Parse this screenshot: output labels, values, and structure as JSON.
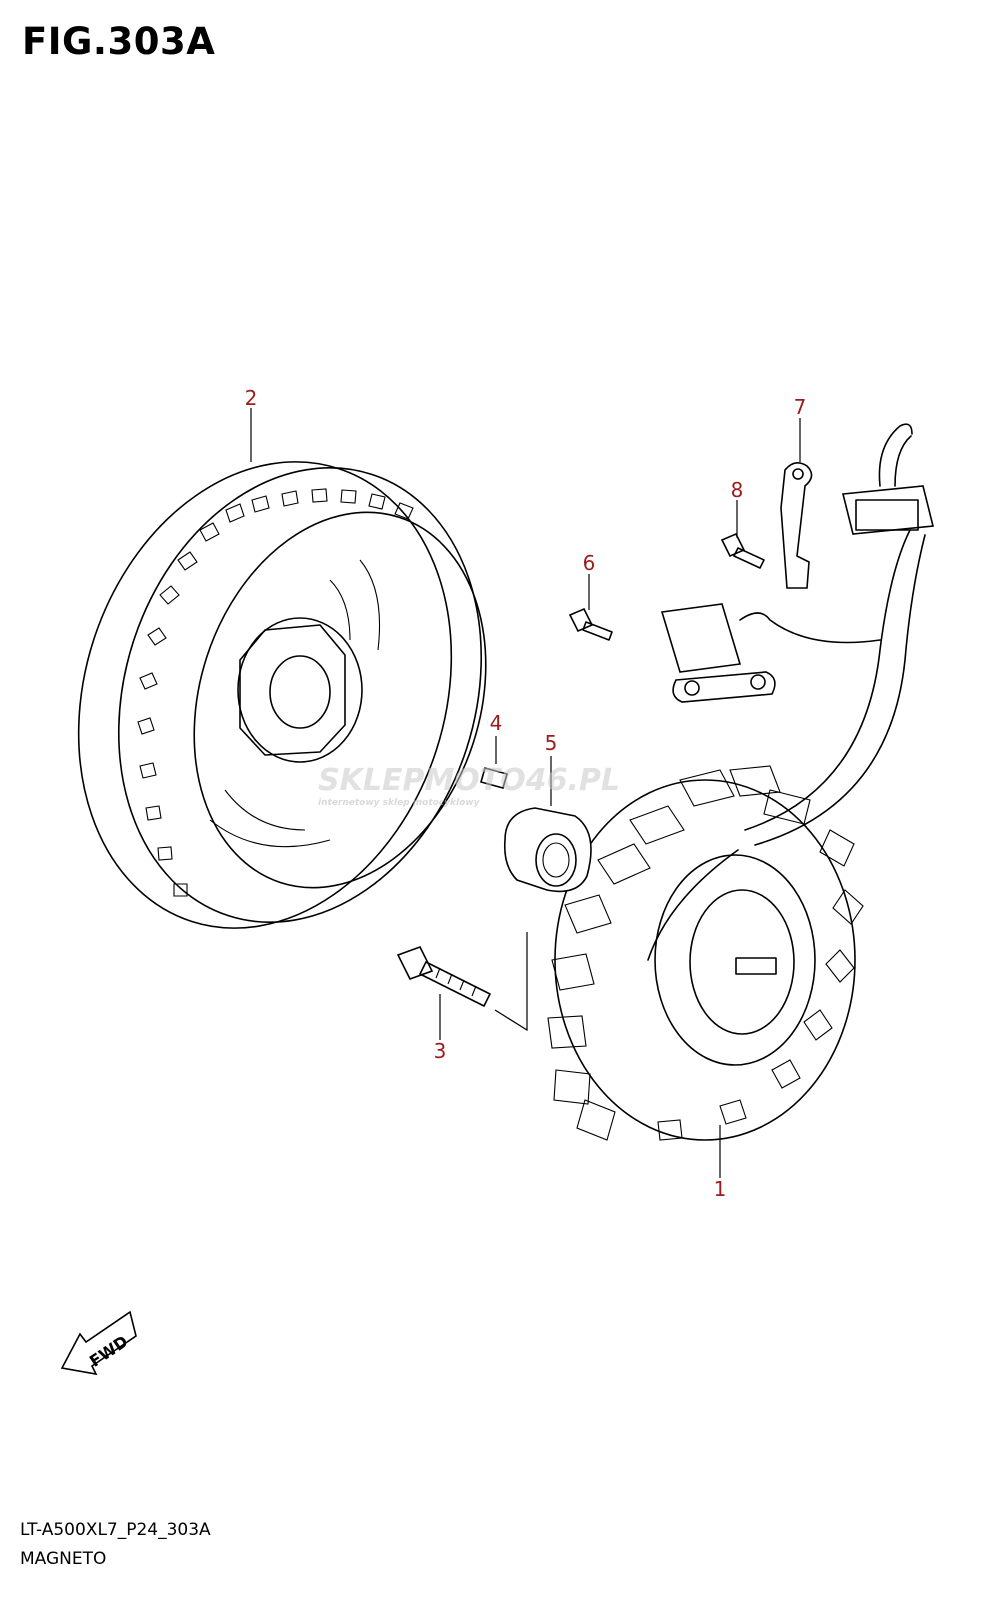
{
  "figure": {
    "title": "FIG.303A",
    "code": "LT-A500XL7_P24_303A",
    "name": "MAGNETO"
  },
  "callouts": [
    {
      "id": "1",
      "label": "1",
      "part": "stator coil"
    },
    {
      "id": "2",
      "label": "2",
      "part": "flywheel rotor"
    },
    {
      "id": "3",
      "label": "3",
      "part": "bolt"
    },
    {
      "id": "4",
      "label": "4",
      "part": "key"
    },
    {
      "id": "5",
      "label": "5",
      "part": "nut"
    },
    {
      "id": "6",
      "label": "6",
      "part": "screw"
    },
    {
      "id": "7",
      "label": "7",
      "part": "wire clamp"
    },
    {
      "id": "8",
      "label": "8",
      "part": "screw"
    }
  ],
  "fwd_badge": "FWD",
  "watermark": {
    "brand": "SKLEPMOTO46.PL",
    "tagline": "internetowy sklep motocyklowy"
  },
  "colors": {
    "callout": "#9b1c1c",
    "line": "#000000",
    "watermark": "#c9c9c9"
  }
}
